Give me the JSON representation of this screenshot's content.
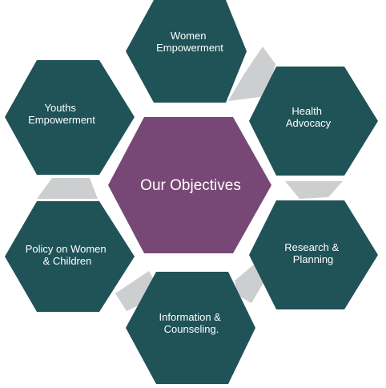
{
  "diagram": {
    "center": {
      "label": "Our Objectives",
      "color": "#774876"
    },
    "outer_color": "#1f5357",
    "connector_color": "#cdcecf",
    "objectives": [
      {
        "id": "women-empowerment",
        "lines": [
          "Women",
          "Empowerment"
        ]
      },
      {
        "id": "health-advocacy",
        "lines": [
          "Health",
          "Advocacy"
        ]
      },
      {
        "id": "research-planning",
        "lines": [
          "Research &",
          "Planning"
        ]
      },
      {
        "id": "information-counseling",
        "lines": [
          "Information &",
          "Counseling."
        ]
      },
      {
        "id": "policy-women-children",
        "lines": [
          "Policy on Women",
          "& Children"
        ]
      },
      {
        "id": "youths-empowerment",
        "lines": [
          "Youths",
          "Empowerment"
        ]
      }
    ]
  }
}
